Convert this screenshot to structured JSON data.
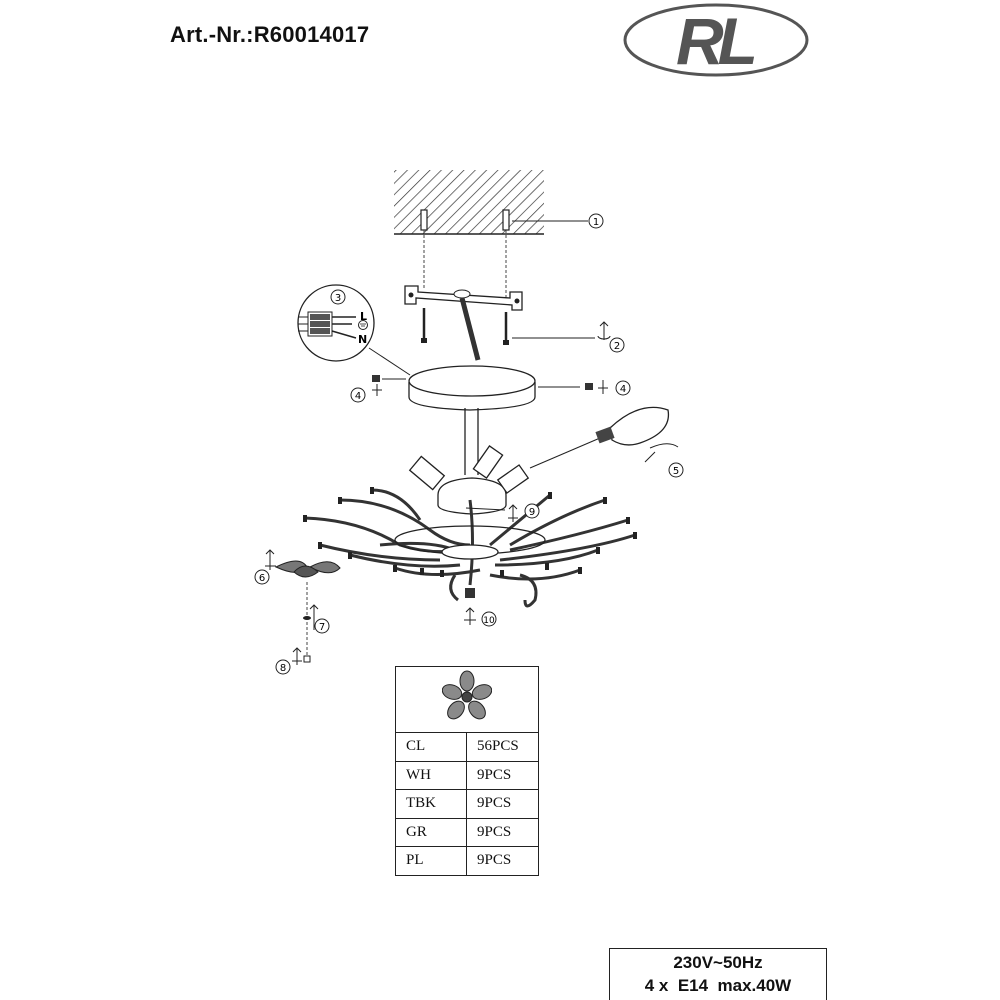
{
  "header": {
    "article_number": "Art.-Nr.:R60014017",
    "logo_text": "RL"
  },
  "callouts": [
    "1",
    "2",
    "3",
    "4",
    "4",
    "5",
    "6",
    "7",
    "8",
    "9",
    "10"
  ],
  "wiring": {
    "terminal_labels": [
      "L",
      "N"
    ],
    "earth_symbol": "ground-icon"
  },
  "parts_table": {
    "icon": "flower-crystal-icon",
    "rows": [
      {
        "code": "CL",
        "qty": "56PCS"
      },
      {
        "code": "WH",
        "qty": "9PCS"
      },
      {
        "code": "TBK",
        "qty": "9PCS"
      },
      {
        "code": "GR",
        "qty": "9PCS"
      },
      {
        "code": "PL",
        "qty": "9PCS"
      }
    ]
  },
  "spec": {
    "voltage": "230V~50Hz",
    "bulbs": "4 x  E14  max.40W"
  }
}
